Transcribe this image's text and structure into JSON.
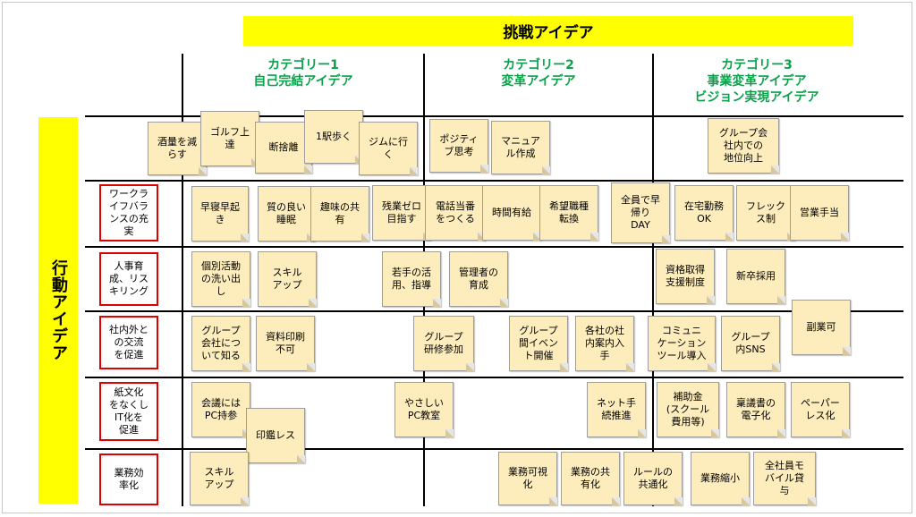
{
  "title": "挑戦アイデア",
  "side_title": "行動アイデア",
  "categories": [
    {
      "line1": "カテゴリー1",
      "line2": "自己完結アイデア",
      "line3": ""
    },
    {
      "line1": "カテゴリー2",
      "line2": "変革アイデア",
      "line3": ""
    },
    {
      "line1": "カテゴリー3",
      "line2": "事業変革アイデア",
      "line3": "ビジョン実現アイデア"
    }
  ],
  "rows": [
    "ワークラ\nイフバラ\nンスの充\n実",
    "人事育\n成、リス\nキリング",
    "社内外と\nの交流\nを促進",
    "紙文化\nをなくし\nIT化を\n促進",
    "業務効\n率化"
  ],
  "notes": [
    "酒量を減\nらす",
    "ゴルフ上\n達",
    "断捨離",
    "1駅歩く",
    "ジムに行\nく",
    "ポジティ\nブ思考",
    "マニュア\nル作成",
    "グループ会\n社内での\n地位向上",
    "早寝早起\nき",
    "質の良い\n睡眠",
    "趣味の共\n有",
    "残業ゼロ\n目指す",
    "電話当番\nをつくる",
    "時間有給",
    "希望職種\n転換",
    "全員で早\n帰り\nDAY",
    "在宅勤務\nOK",
    "フレック\nス制",
    "営業手当",
    "個別活動\nの洗い出\nし",
    "スキル\nアップ",
    "若手の活\n用、指導",
    "管理者の\n育成",
    "資格取得\n支援制度",
    "新卒採用",
    "グループ\n会社につ\nいて知る",
    "資料印刷\n不可",
    "グループ\n研修参加",
    "グループ\n間イベン\nト開催",
    "各社の社\n内案内入\n手",
    "コミュニ\nケーション\nツール導入",
    "グループ\n内SNS",
    "副業可",
    "会議には\nPC持参",
    "印鑑レス",
    "やさしい\nPC教室",
    "ネット手\n続推進",
    "補助金\n(スクール\n費用等)",
    "稟議書の\n電子化",
    "ペーパー\nレス化",
    "スキル\nアップ",
    "業務可視\n化",
    "業務の共\n有化",
    "ルールの\n共通化",
    "業務縮小",
    "全社員モ\nバイル貸\n与"
  ],
  "colors": {
    "banner": "#ffff00",
    "category_text": "#0aa14b",
    "note_fill": "#fdecbc",
    "row_border": "#e00000"
  }
}
